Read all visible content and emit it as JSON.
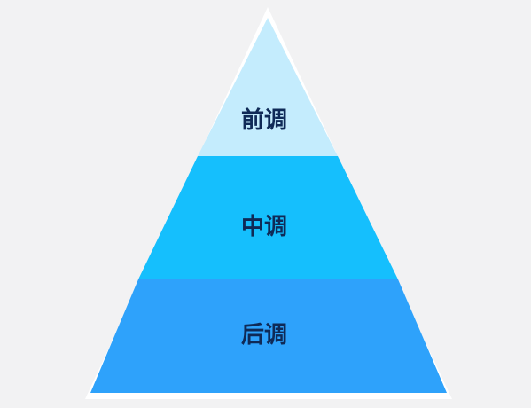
{
  "pyramid": {
    "tiers": [
      {
        "label": "前调",
        "color": "#c4ecfd"
      },
      {
        "label": "中调",
        "color": "#15bffd"
      },
      {
        "label": "后调",
        "color": "#2ea2fb"
      }
    ],
    "outline_color": "#ffffff",
    "background_color": "#f2f2f3"
  }
}
